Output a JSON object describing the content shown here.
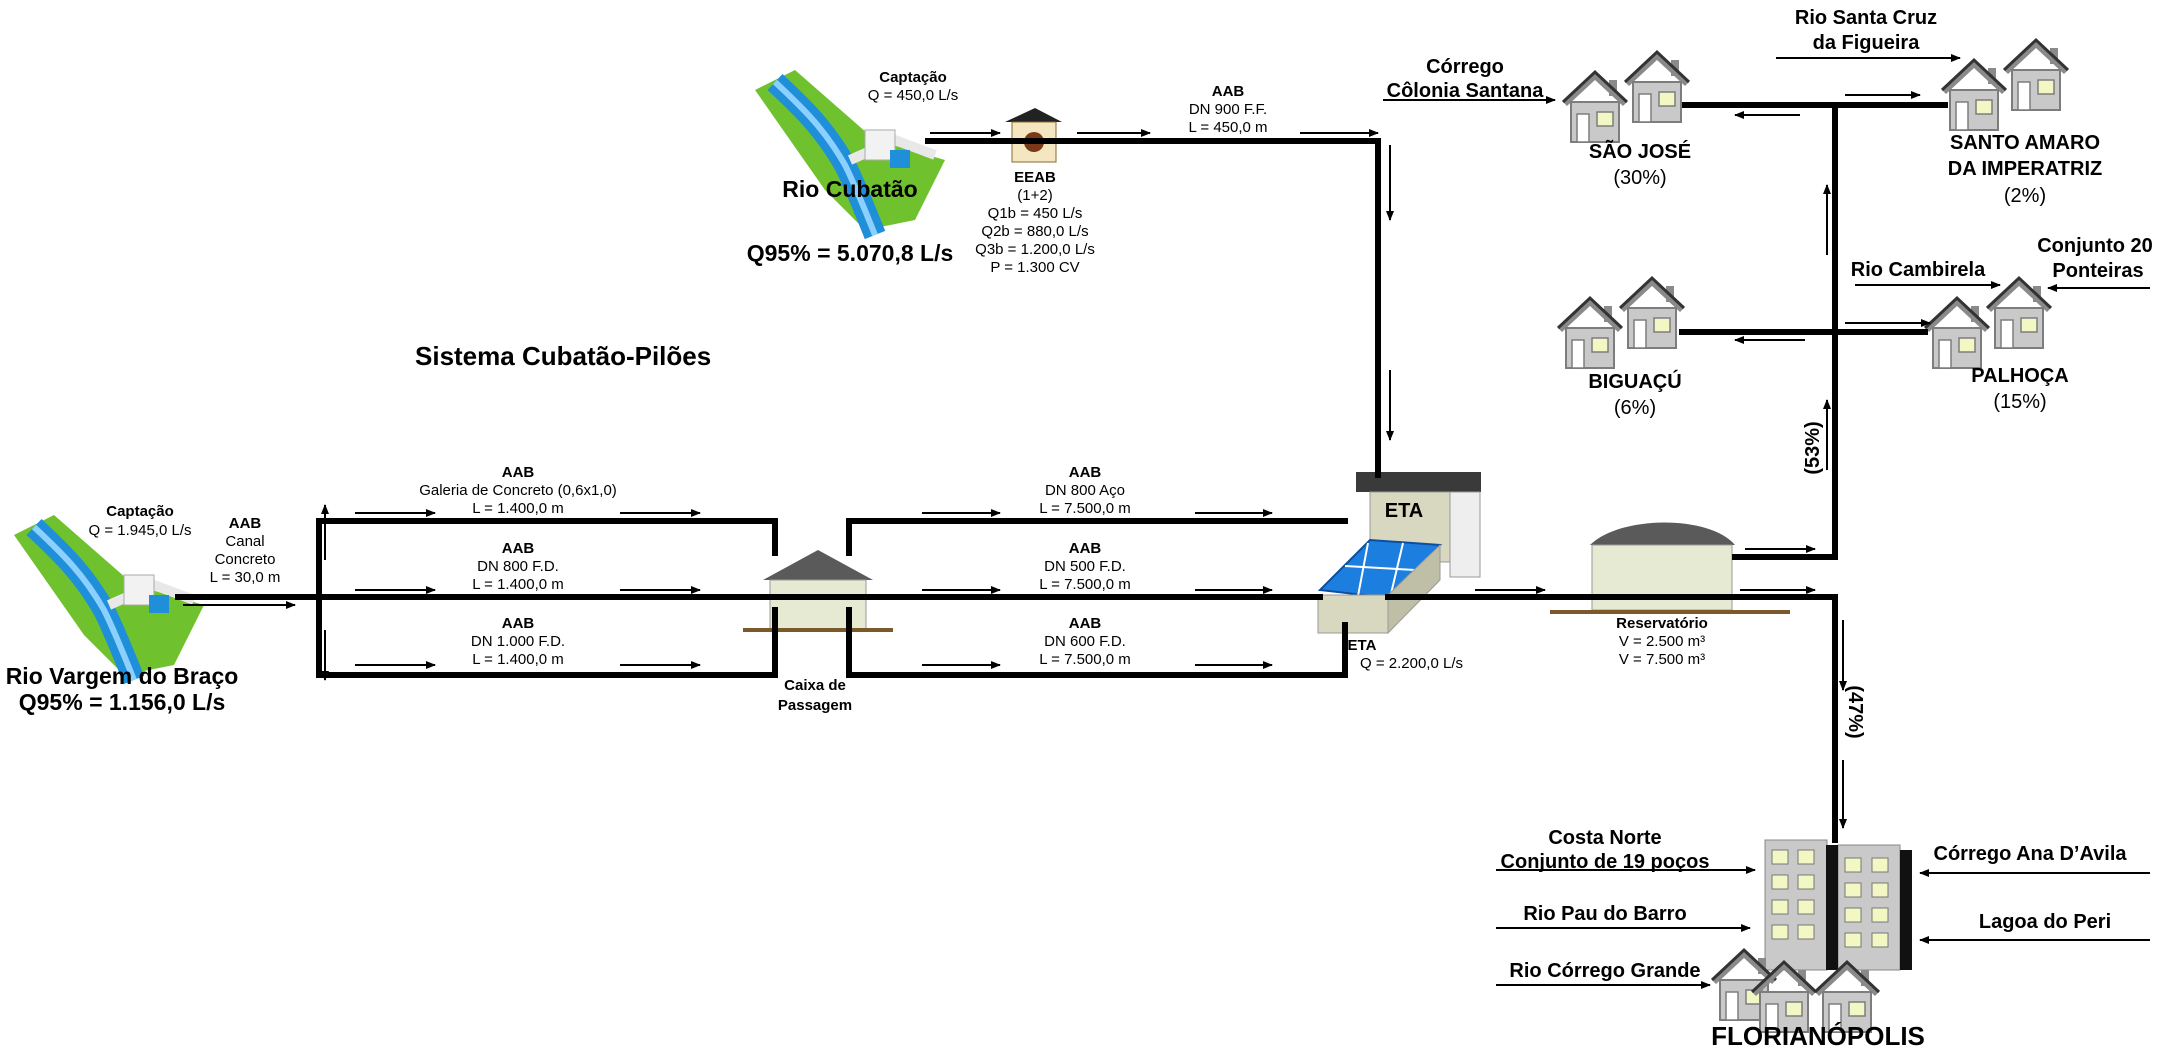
{
  "title": "Sistema Cubatão-Pilões",
  "rio_cubatao": {
    "name": "Rio Cubatão",
    "flow": "Q95% = 5.070,8 L/s",
    "captacao_title": "Captação",
    "captacao_q": "Q = 450,0 L/s"
  },
  "eeab": {
    "title": "EEAB",
    "config": "(1+2)",
    "q1b": "Q1b = 450 L/s",
    "q2b": "Q2b = 880,0 L/s",
    "q3b": "Q3b = 1.200,0 L/s",
    "power": "P = 1.300 CV"
  },
  "aab_top": {
    "title": "AAB",
    "spec": "DN 900 F.F.",
    "length": "L = 450,0 m"
  },
  "rio_vargem": {
    "name": "Rio Vargem do Braço",
    "flow": "Q95% = 1.156,0 L/s",
    "captacao_title": "Captação",
    "captacao_q": "Q = 1.945,0 L/s"
  },
  "aab_canal": {
    "title": "AAB",
    "line1": "Canal",
    "line2": "Concreto",
    "length": "L = 30,0 m"
  },
  "aab_left": [
    {
      "title": "AAB",
      "spec": "Galeria de Concreto (0,6x1,0)",
      "length": "L = 1.400,0 m"
    },
    {
      "title": "AAB",
      "spec": "DN 800 F.D.",
      "length": "L = 1.400,0 m"
    },
    {
      "title": "AAB",
      "spec": "DN 1.000 F.D.",
      "length": "L = 1.400,0 m"
    }
  ],
  "aab_right": [
    {
      "title": "AAB",
      "spec": "DN 800 Aço",
      "length": "L = 7.500,0 m"
    },
    {
      "title": "AAB",
      "spec": "DN 500 F.D.",
      "length": "L = 7.500,0 m"
    },
    {
      "title": "AAB",
      "spec": "DN 600 F.D.",
      "length": "L = 7.500,0 m"
    }
  ],
  "caixa": {
    "line1": "Caixa de",
    "line2": "Passagem"
  },
  "eta": {
    "label": "ETA",
    "title": "ETA",
    "flow": "Q = 2.200,0 L/s"
  },
  "reservatorio": {
    "title": "Reservatório",
    "v1": "V = 2.500 m³",
    "v2": "V = 7.500 m³"
  },
  "pct_53": "(53%)",
  "pct_47": "(47%)",
  "sao_jose": {
    "name": "SÃO JOSÉ",
    "pct": "(30%)"
  },
  "santo_amaro": {
    "line1": "SANTO AMARO",
    "line2": "DA IMPERATRIZ",
    "pct": "(2%)"
  },
  "biguacu": {
    "name": "BIGUAÇÚ",
    "pct": "(6%)"
  },
  "palhoca": {
    "name": "PALHOÇA",
    "pct": "(15%)"
  },
  "florianopolis": {
    "name": "FLORIANÓPOLIS"
  },
  "sources": {
    "corrego_colonia_1": "Córrego",
    "corrego_colonia_2": "Côlonia Santana",
    "santa_cruz_1": "Rio Santa Cruz",
    "santa_cruz_2": "da Figueira",
    "cambirela": "Rio Cambirela",
    "conjunto20_1": "Conjunto 20",
    "conjunto20_2": "Ponteiras",
    "costa_norte_1": "Costa Norte",
    "costa_norte_2": "Conjunto de 19 poços",
    "pau_do_barro": "Rio Pau do Barro",
    "corrego_grande": "Rio Córrego Grande",
    "ana_davila": "Córrego Ana D’Avila",
    "lagoa_peri": "Lagoa do Peri"
  },
  "colors": {
    "pipe": "#000000",
    "river_green": "#6fc22e",
    "river_blue": "#1e8fd8",
    "house_gray": "#b8b8b8",
    "eta_panel": "#1c7fe0"
  }
}
